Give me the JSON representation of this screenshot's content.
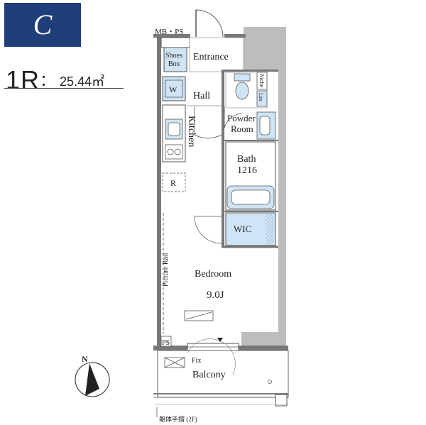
{
  "header": {
    "type_code": "C",
    "room_type": "1R",
    "separator": "：",
    "area": "25.44㎡"
  },
  "rooms": {
    "mb_ps": "MB・PS",
    "shoes_box_1": "Shoes",
    "shoes_box_2": "Box",
    "entrance": "Entrance",
    "washer": "W",
    "hall": "Hall",
    "niche": "Niche",
    "lin": "Lin",
    "powder_1": "Powder",
    "powder_2": "Room",
    "kitchen": "Kitchen",
    "bath_1": "Bath",
    "bath_2": "1216",
    "refrigerator": "R",
    "wic": "WIC",
    "picture_rail": "Picture Rail",
    "bedroom": "Bedroom",
    "bedroom_size": "9.0J",
    "ps": "PS",
    "fix": "Fix",
    "balcony": "Balcony",
    "footnote": "躯体手摺 (2F)"
  },
  "compass": {
    "label": "N"
  },
  "colors": {
    "badge": "#1f3f7a",
    "fixture_blue": "#cfe4f5",
    "wall": "#555555"
  }
}
